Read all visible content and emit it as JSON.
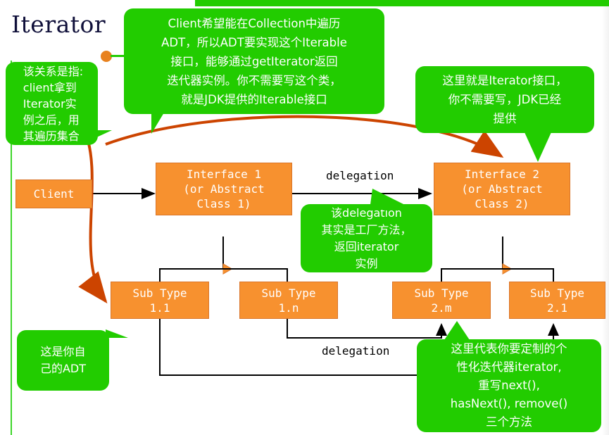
{
  "slide": {
    "title": "Iterator",
    "accent_green": "#22cc00",
    "accent_orange": "#f7912f",
    "arrow_orange": "#cc4400"
  },
  "boxes": [
    {
      "id": "client",
      "label": "Client"
    },
    {
      "id": "interface1",
      "label": "Interface 1\n(or Abstract\nClass 1)"
    },
    {
      "id": "interface2",
      "label": "Interface 2\n(or Abstract\nClass 2)"
    },
    {
      "id": "subtype11",
      "label": "Sub Type\n1.1"
    },
    {
      "id": "subtype1n",
      "label": "Sub Type\n1.n"
    },
    {
      "id": "subtype2m",
      "label": "Sub Type\n2.m"
    },
    {
      "id": "subtype21",
      "label": "Sub Type\n2.1"
    }
  ],
  "edge_labels": {
    "delegation_top": "delegation",
    "delegation_bottom": "delegation"
  },
  "callouts": {
    "top": "Client希望能在Collection中遍历\nADT，所以ADT要实现这个Iterable\n接口，能够通过getIterator返回\n迭代器实例。你不需要写这个类，\n就是JDK提供的Iterable接口",
    "left": "该关系是指:\nclient拿到\nIterator实\n例之后，用\n其遍历集合",
    "right": "这里就是Iterator接口，\n你不需要写，JDK已经\n提供",
    "middle": "该delegation\n其实是工厂方法，\n返回iterator\n实例",
    "bottom_left": "这是你自\n己的ADT",
    "bottom_right": "这里代表你要定制的个\n性化迭代器iterator,\n重写next(),\nhasNext(), remove()\n三个方法"
  }
}
